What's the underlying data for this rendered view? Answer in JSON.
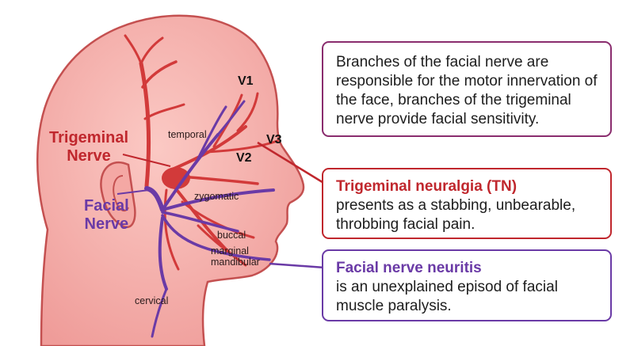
{
  "labels": {
    "trigeminal_nerve": "Trigeminal\nNerve",
    "facial_nerve": "Facial\nNerve",
    "v1": "V1",
    "v2": "V2",
    "v3": "V3",
    "temporal": "temporal",
    "zygomatic": "zygomatic",
    "buccal": "buccal",
    "marginal_mandibular": "marginal\nmandibular",
    "cervical": "cervical"
  },
  "boxes": {
    "info": "Branches of the facial nerve are responsible for the motor innervation of the face, branches of the trigeminal nerve provide facial sensitivity.",
    "tn_title": "Trigeminal neuralgia (TN)",
    "tn_body": "presents as a stabbing, unbearable, throbbing facial pain.",
    "fn_title": "Facial nerve neuritis",
    "fn_body": "is an unexplained episod of facial muscle paralysis."
  },
  "colors": {
    "trigeminal": "#c0272d",
    "facial": "#6a3aa6",
    "skin": "#f4a6a6",
    "outline": "#c45050"
  }
}
